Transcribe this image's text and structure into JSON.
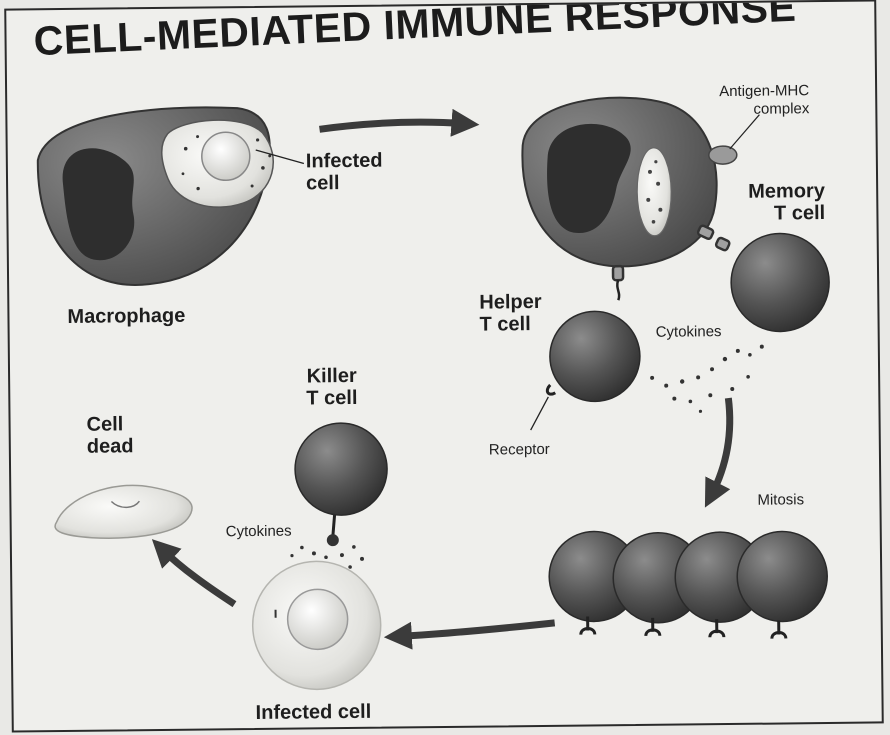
{
  "title": "CELL-MEDIATED IMMUNE RESPONSE",
  "labels": {
    "infected_cell_top": "Infected\ncell",
    "macrophage": "Macrophage",
    "antigen_mhc": "Antigen-MHC\ncomplex",
    "memory_t_cell": "Memory\nT cell",
    "helper_t_cell": "Helper\nT cell",
    "cytokines_right": "Cytokines",
    "receptor": "Receptor",
    "killer_t_cell": "Killer\nT cell",
    "cell_dead": "Cell\ndead",
    "cytokines_bottom": "Cytokines",
    "mitosis": "Mitosis",
    "infected_cell_bottom": "Infected cell"
  },
  "colors": {
    "cell_dark": "#4a4a4a",
    "cell_mid": "#6e6e6e",
    "nucleus": "#2e2e2e",
    "arrow": "#3b3b3b",
    "pale_cell": "#dcdcd8"
  }
}
